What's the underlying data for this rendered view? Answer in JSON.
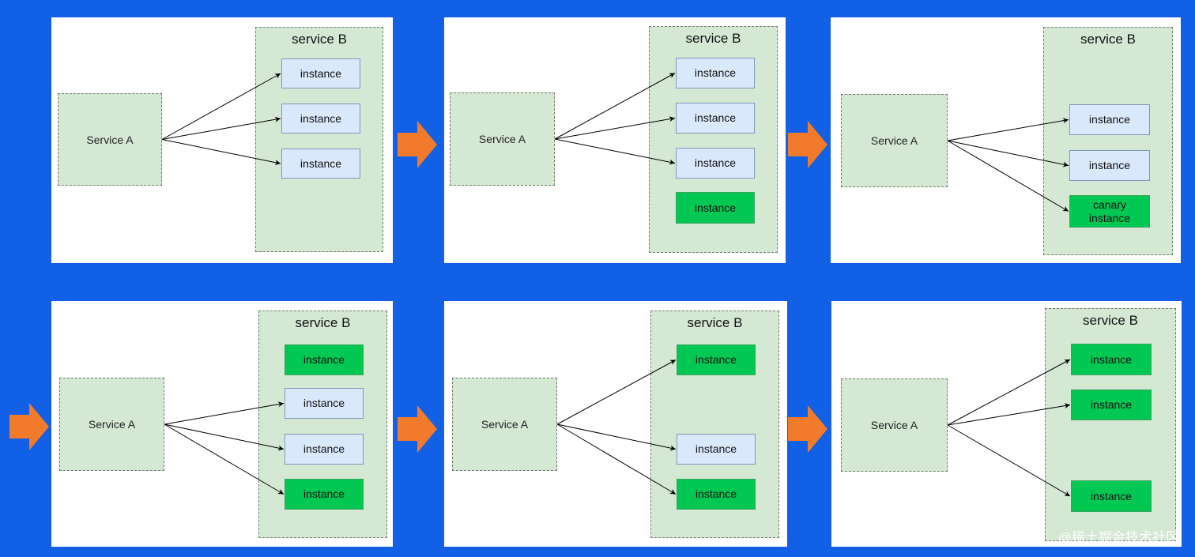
{
  "colors": {
    "background": "#1160e6",
    "panel": "#ffffff",
    "group_fill": "#d5e8d4",
    "old_instance_fill": "#dae8fc",
    "new_instance_fill": "#00c853",
    "step_arrow": "#f27a2b",
    "connector": "#000000"
  },
  "icons": {
    "step_arrow": "orange-right-arrow-icon"
  },
  "panels": [
    {
      "service_a_label": "Service A",
      "group_title": "service B",
      "instances": [
        {
          "label": "instance",
          "kind": "old",
          "routed": true
        },
        {
          "label": "instance",
          "kind": "old",
          "routed": true
        },
        {
          "label": "instance",
          "kind": "old",
          "routed": true
        }
      ]
    },
    {
      "service_a_label": "Service A",
      "group_title": "service B",
      "instances": [
        {
          "label": "instance",
          "kind": "old",
          "routed": true
        },
        {
          "label": "instance",
          "kind": "old",
          "routed": true
        },
        {
          "label": "instance",
          "kind": "old",
          "routed": true
        },
        {
          "label": "instance",
          "kind": "new",
          "routed": false
        }
      ]
    },
    {
      "service_a_label": "Service A",
      "group_title": "service B",
      "instances": [
        {
          "label": "instance",
          "kind": "old",
          "routed": true
        },
        {
          "label": "instance",
          "kind": "old",
          "routed": true
        },
        {
          "label": "canary\ninstance",
          "kind": "new",
          "routed": true
        }
      ]
    },
    {
      "service_a_label": "Service A",
      "group_title": "service B",
      "instances": [
        {
          "label": "instance",
          "kind": "new",
          "routed": false
        },
        {
          "label": "instance",
          "kind": "old",
          "routed": true
        },
        {
          "label": "instance",
          "kind": "old",
          "routed": true
        },
        {
          "label": "instance",
          "kind": "new",
          "routed": true
        }
      ]
    },
    {
      "service_a_label": "Service A",
      "group_title": "service B",
      "instances": [
        {
          "label": "instance",
          "kind": "new",
          "routed": true
        },
        {
          "label": "instance",
          "kind": "old",
          "routed": true
        },
        {
          "label": "instance",
          "kind": "new",
          "routed": true
        }
      ]
    },
    {
      "service_a_label": "Service A",
      "group_title": "service B",
      "instances": [
        {
          "label": "instance",
          "kind": "new",
          "routed": true
        },
        {
          "label": "instance",
          "kind": "new",
          "routed": true
        },
        {
          "label": "instance",
          "kind": "new",
          "routed": true
        }
      ]
    }
  ],
  "watermark": "@稀土掘金技术社区"
}
